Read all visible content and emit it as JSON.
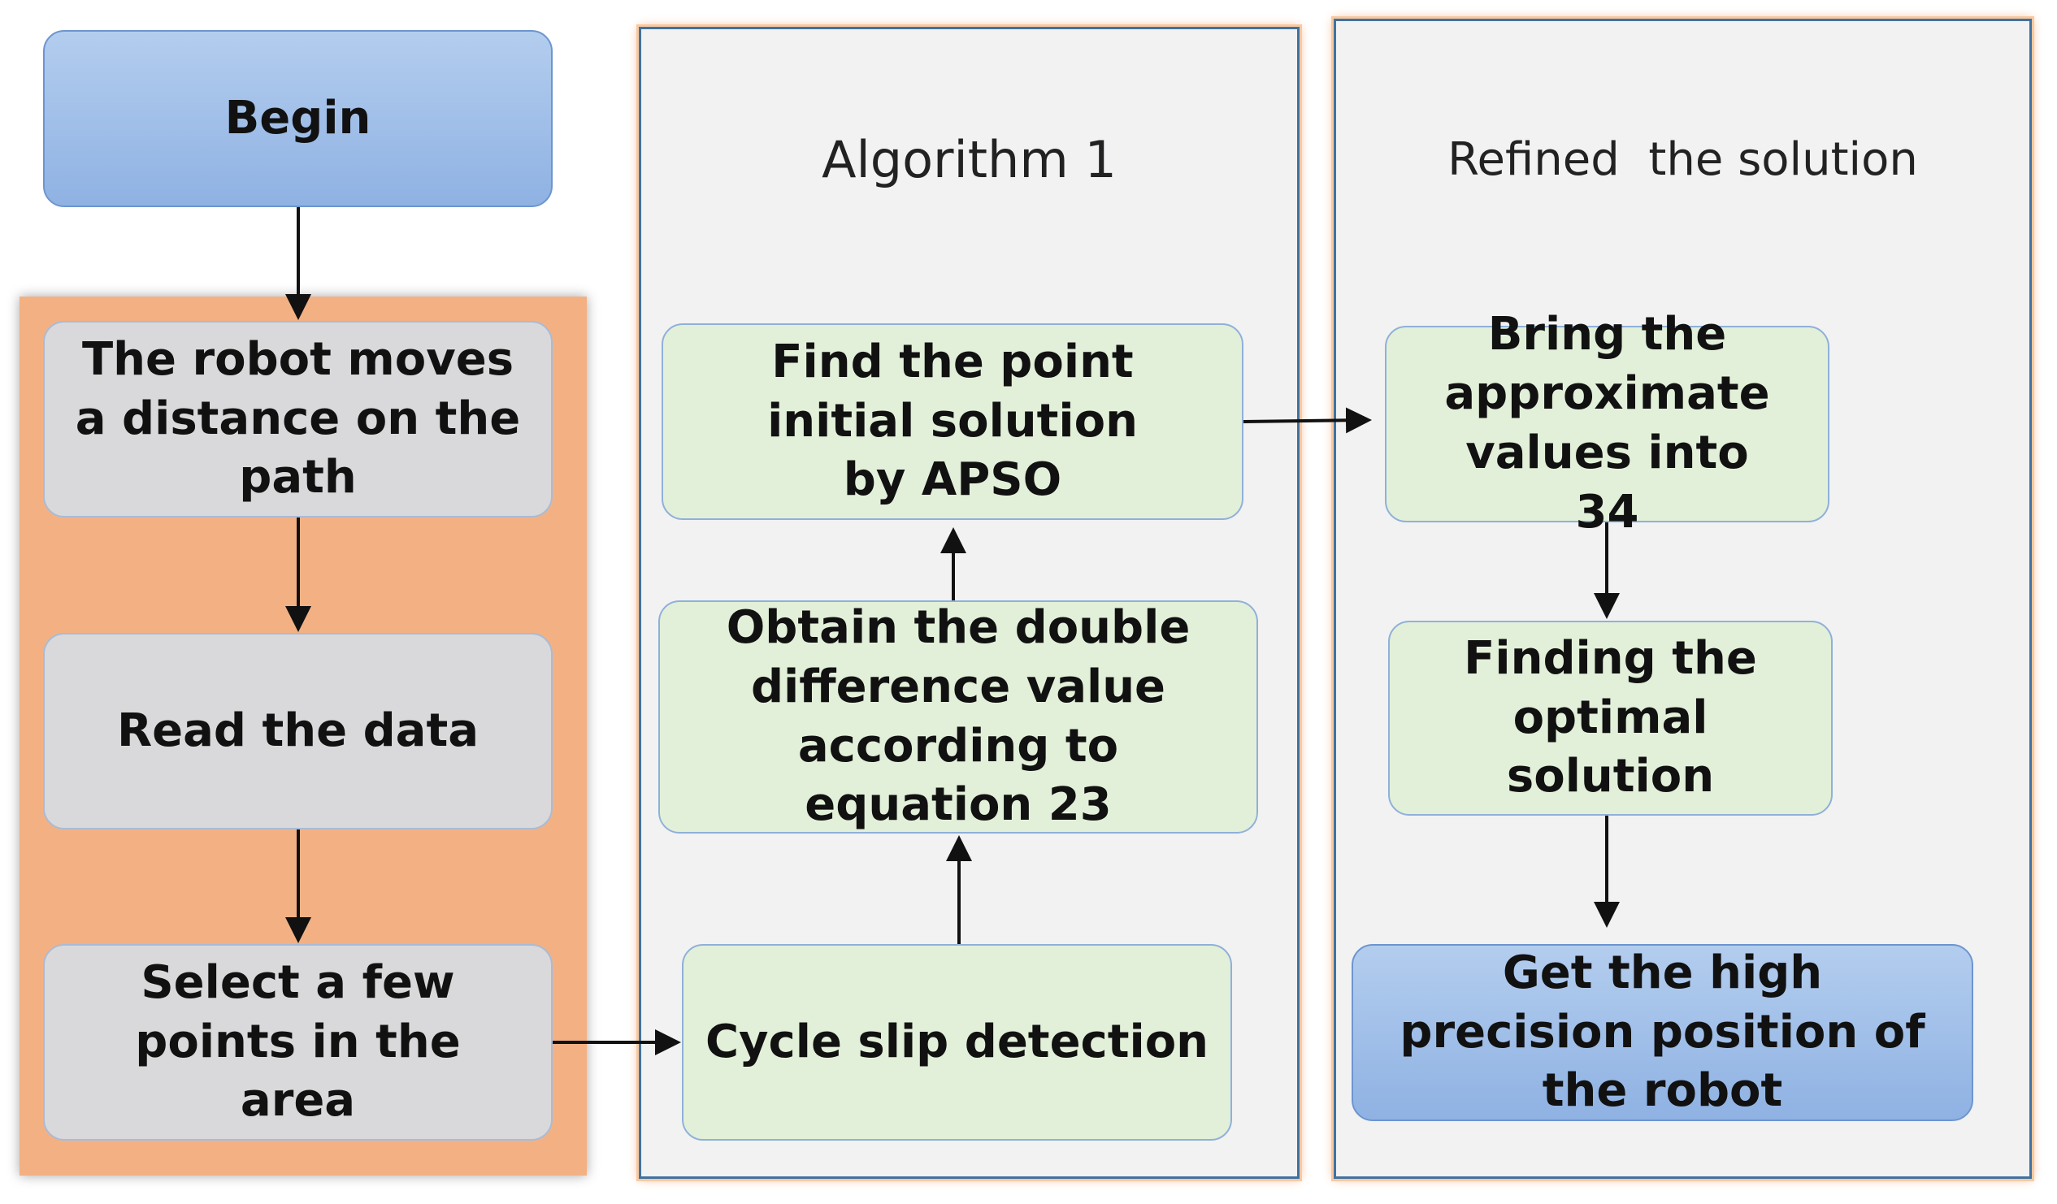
{
  "panels": {
    "algorithm_title": "Algorithm 1",
    "refine_title": "Refined  the solution"
  },
  "nodes": {
    "begin": "Begin",
    "robot_moves": "The robot moves a distance on the path",
    "read_data": "Read the data",
    "select_points": "Select a few points in the area",
    "cycle_slip": "Cycle slip detection",
    "double_difference": "Obtain the double difference value according to equation 23",
    "apso": "Find the point initial solution by APSO",
    "bring_values": "Bring the approximate values into 34",
    "optimal": "Finding the optimal solution",
    "get_position": "Get the high precision position of the robot"
  },
  "colors": {
    "left_panel": "#f3b183",
    "panel_bg": "#f2f2f3",
    "gray_box": "#d9d9db",
    "green_box": "#e2f0d9",
    "blue_box": "#9dbde8"
  }
}
